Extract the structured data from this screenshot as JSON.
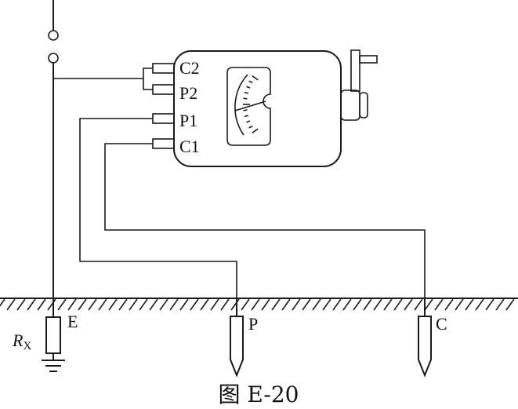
{
  "meter": {
    "terminals": [
      "C2",
      "P2",
      "P1",
      "C1"
    ]
  },
  "electrodes": {
    "e_label": "E",
    "p_label": "P",
    "c_label": "C",
    "resistor_symbol": "R",
    "resistor_subscript": "X"
  },
  "caption": "图 E-20",
  "colors": {
    "line": "#1a1a1a",
    "background": "#ffffff"
  }
}
